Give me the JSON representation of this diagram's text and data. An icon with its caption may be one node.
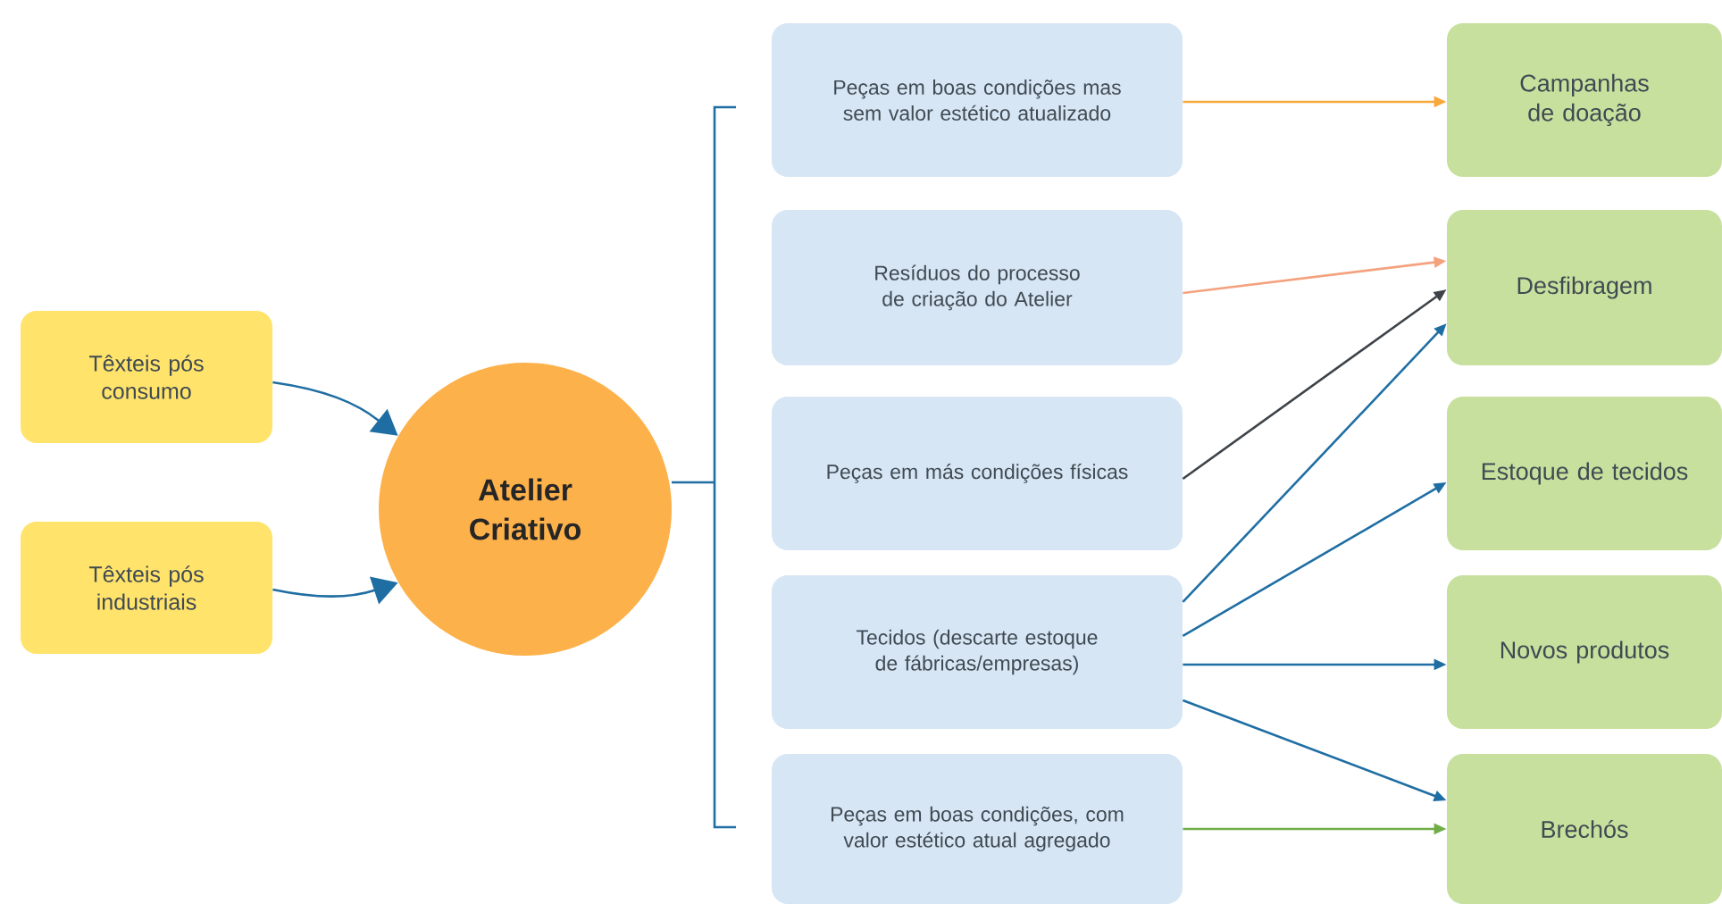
{
  "diagram": {
    "nodes": [
      {
        "text": [
          "Têxteis pós consumo"
        ]
      },
      {
        "text": [
          "Têxteis pós industriais"
        ]
      },
      {
        "text": [
          "Atelier Criativo"
        ]
      },
      {
        "text": [
          "Peças em boas condições mas sem valor estético atualizado"
        ]
      },
      {
        "text": [
          "Resíduos do processo de criação do Atelier"
        ]
      },
      {
        "text": [
          "Peças em más condições físicas"
        ]
      },
      {
        "text": [
          "Tecidos (descarte estoque de fábricas/empresas)"
        ]
      },
      {
        "text": [
          "Peças em boas condições, com valor estético atual agregado"
        ]
      },
      {
        "text": [
          "Campanhas de doação"
        ]
      },
      {
        "text": [
          "Desfibragem"
        ]
      },
      {
        "text": [
          "Estoque de tecidos"
        ]
      },
      {
        "text": [
          "Novos produtos"
        ]
      },
      {
        "text": [
          "Brechós"
        ]
      }
    ],
    "edges": [
      {
        "from": 0,
        "to": 2,
        "arrow": "to"
      },
      {
        "from": 1,
        "to": 2,
        "arrow": "to"
      },
      {
        "from": 3,
        "to": 8,
        "arrow": "to",
        "color": "#f9a83a"
      },
      {
        "from": 4,
        "to": 9,
        "arrow": "to",
        "color": "#f4a27e"
      },
      {
        "from": 5,
        "to": 9,
        "arrow": "to",
        "color": "#3d4348"
      },
      {
        "from": 6,
        "to": 9,
        "arrow": "to"
      },
      {
        "from": 6,
        "to": 10,
        "arrow": "to"
      },
      {
        "from": 6,
        "to": 11,
        "arrow": "to"
      },
      {
        "from": 6,
        "to": 12,
        "arrow": "to"
      },
      {
        "from": 7,
        "to": 12,
        "arrow": "to",
        "color": "#70ad47"
      }
    ]
  }
}
